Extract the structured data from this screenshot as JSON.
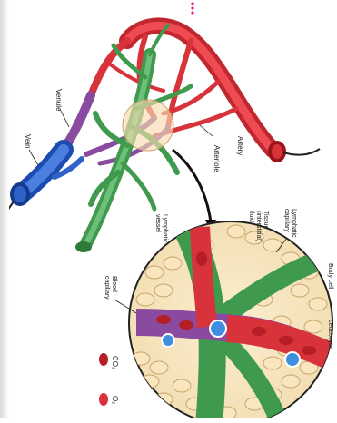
{
  "labels": {
    "vein": "Vein",
    "venule": "Venule",
    "lymphatic_vessel": "Lymphatic vessel",
    "arteriole": "Arteriole",
    "artery": "Artery",
    "tissue_fluid": "Tissue (interstitial) fluid",
    "lymphatic_capillary": "Lymphatic capillary",
    "body_cell": "Body cell",
    "leucocyte": "Leucocyte",
    "blood_capillary": "Blood capillary"
  },
  "legend": {
    "co2": "CO₂",
    "o2": "O₂"
  },
  "colors": {
    "artery": "#d8323a",
    "vein": "#2f62c8",
    "lymph": "#3f9a4d",
    "capillary_mix": "#8a4aa0",
    "cell": "#f6dfb0",
    "magenta_dots": "#e0218a"
  }
}
